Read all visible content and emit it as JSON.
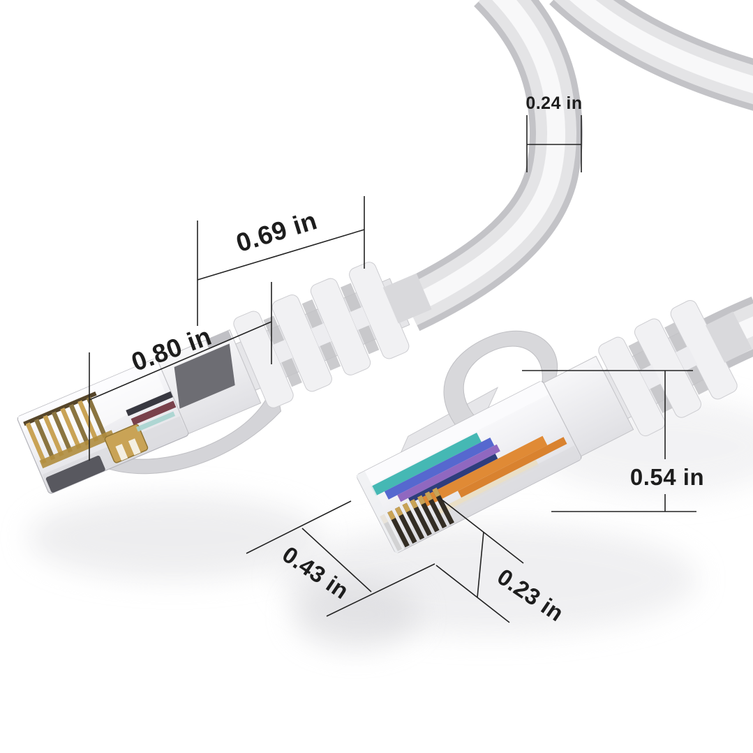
{
  "measurements": {
    "cable_diameter": "0.24 in",
    "boot_width": "0.69 in",
    "plug_length": "0.80 in",
    "connector_height": "0.54 in",
    "plug_width": "0.43 in",
    "plug_front_height": "0.23 in"
  },
  "colors": {
    "background": "#ffffff",
    "annotation": "#1d1d1d",
    "cable_outer": "#c3c3c7",
    "cable_mid": "#e4e4e6",
    "cable_highlight": "#f8f8f9",
    "connector_plastic": "#f0f0f3",
    "boot_window": "#6d6d73",
    "gold_pins": "#c9a356",
    "wire_teal": "#45b8b4",
    "wire_blue": "#5668cf",
    "wire_purple": "#9068c0",
    "wire_navy": "#2e3d7d",
    "wire_orange": "#e08a35",
    "wire_amber": "#d9822f",
    "wire_cream": "#eadfc6",
    "wire_maroon": "#79414b"
  }
}
